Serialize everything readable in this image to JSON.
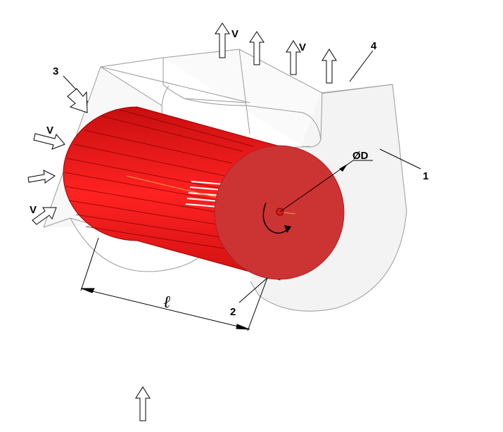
{
  "diagram": {
    "labels": {
      "part_housing": "1",
      "part_rotor": "2",
      "part_inlet": "3",
      "part_outlet": "4",
      "velocity": "V",
      "diameter": "ØD",
      "length": "ℓ"
    },
    "colors": {
      "rotor_fill": "#cc3333",
      "rotor_blades": "#ff1a1a",
      "housing_stroke": "#9a9a9a",
      "housing_fill": "#f1f1f1"
    }
  }
}
